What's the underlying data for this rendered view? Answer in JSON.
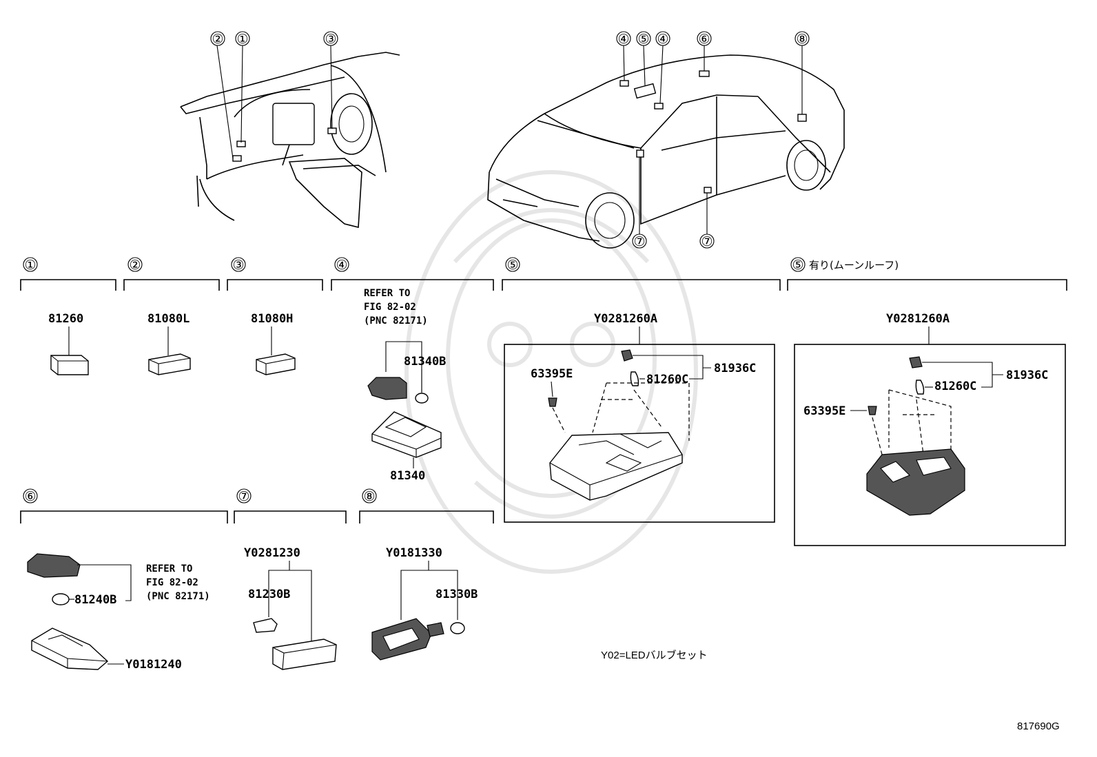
{
  "callouts": {
    "c1": "①",
    "c2": "②",
    "c3": "③",
    "c4": "④",
    "c5": "⑤",
    "c6": "⑥",
    "c7": "⑦",
    "c8": "⑧"
  },
  "sections": {
    "s1": {
      "num": "①",
      "part": "81260"
    },
    "s2": {
      "num": "②",
      "part": "81080L"
    },
    "s3": {
      "num": "③",
      "part": "81080H"
    },
    "s4": {
      "num": "④",
      "refer_line1": "REFER TO",
      "refer_line2": "FIG 82-02",
      "refer_line3": "(PNC 82171)",
      "bulb": "81340B",
      "lamp": "81340"
    },
    "s5a": {
      "num": "⑤",
      "assy": "Y0281260A",
      "clip": "63395E",
      "bulb": "81260C",
      "socket": "81936C"
    },
    "s5b": {
      "num": "⑤",
      "title": "有り(ムーンルーフ)",
      "assy": "Y0281260A",
      "clip": "63395E",
      "bulb": "81260C",
      "socket": "81936C"
    },
    "s6": {
      "num": "⑥",
      "bulb": "81240B",
      "refer_line1": "REFER TO",
      "refer_line2": "FIG 82-02",
      "refer_line3": "(PNC 82171)",
      "lamp": "Y0181240"
    },
    "s7": {
      "num": "⑦",
      "assy": "Y0281230",
      "bulb": "81230B"
    },
    "s8": {
      "num": "⑧",
      "assy": "Y0181330",
      "bulb": "81330B"
    }
  },
  "footnote": "Y02=LEDバルブセット",
  "figure_id": "817690G"
}
